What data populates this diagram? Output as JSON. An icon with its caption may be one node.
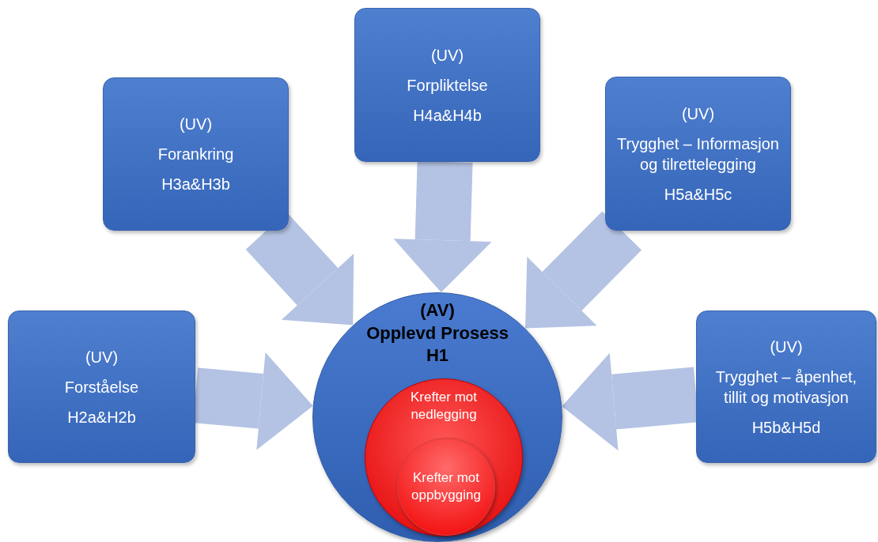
{
  "diagram": {
    "nodes": [
      {
        "text": [
          "(UV)",
          "Forpliktelse",
          "H4a&H4b"
        ]
      },
      {
        "text": [
          "(UV)",
          "Forankring",
          "H3a&H3b"
        ]
      },
      {
        "text": [
          "(UV)",
          "Trygghet – Informasjon og tilrettelegging",
          "H5a&H5c"
        ]
      },
      {
        "text": [
          "(UV)",
          "Forståelse",
          "H2a&H2b"
        ]
      },
      {
        "text": [
          "(AV)",
          "Opplevd Prosess",
          "H1"
        ]
      },
      {
        "text": [
          "Krefter mot nedlegging"
        ],
        "in": 4
      },
      {
        "text": [
          "Krefter mot oppbygging"
        ],
        "in": 5
      },
      {
        "text": [
          "(UV)",
          "Trygghet – åpenhet, tillit og motivasjon",
          "H5b&H5d"
        ]
      }
    ],
    "edges": [
      {
        "from": 0,
        "to": 4,
        "arrow": "to"
      },
      {
        "from": 1,
        "to": 4,
        "arrow": "to"
      },
      {
        "from": 2,
        "to": 4,
        "arrow": "to"
      },
      {
        "from": 3,
        "to": 4,
        "arrow": "to"
      },
      {
        "from": 7,
        "to": 4,
        "arrow": "to"
      }
    ]
  }
}
